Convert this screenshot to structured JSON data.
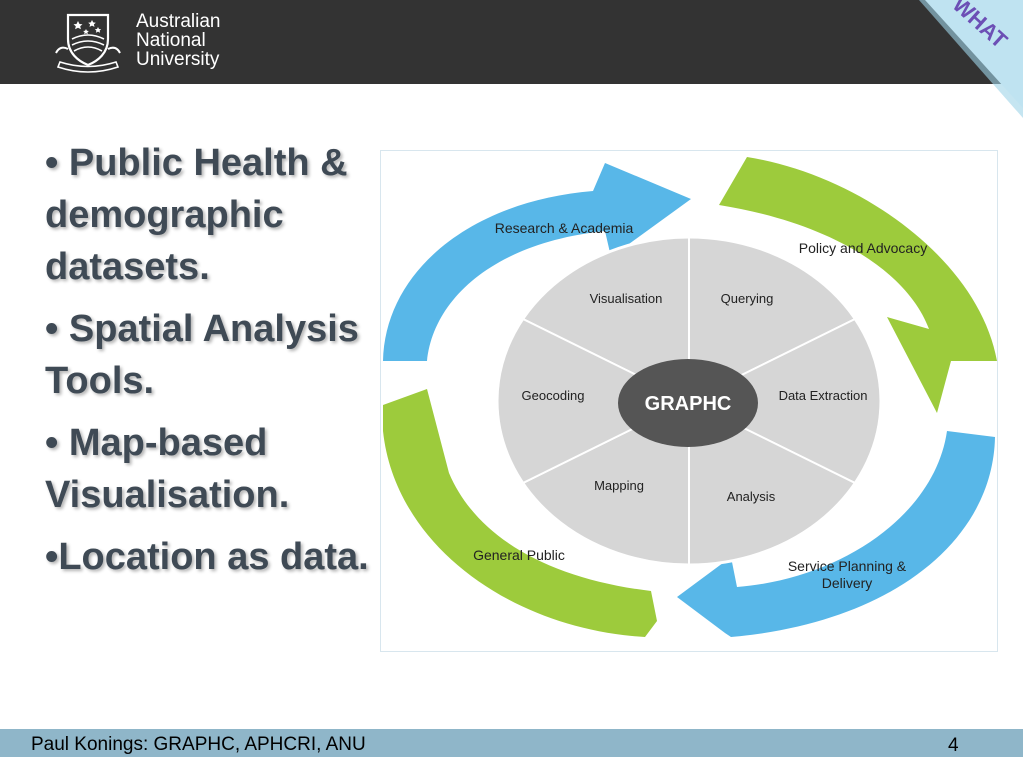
{
  "header": {
    "brand_line1": "Australian",
    "brand_line2": "National",
    "brand_line3": "University",
    "corner_tab": "WHAT",
    "logo_icon": "anu-crest-icon"
  },
  "bullets": [
    {
      "marker": "•",
      "text": " Public Health & demographic datasets."
    },
    {
      "marker": "•",
      "text": " Spatial Analysis Tools."
    },
    {
      "marker": "•",
      "text": " Map-based Visualisation."
    },
    {
      "marker": "•",
      "text": "Location as data."
    }
  ],
  "diagram": {
    "center": "GRAPHC",
    "inner_segments": [
      "Visualisation",
      "Querying",
      "Data Extraction",
      "Analysis",
      "Mapping",
      "Geocoding"
    ],
    "outer": {
      "research": "Research & Academia",
      "policy": "Policy and Advocacy",
      "service_line1": "Service Planning &",
      "service_line2": "Delivery",
      "public": "General Public"
    },
    "colors": {
      "blue": "#58b7e8",
      "green": "#9dcb3c",
      "inner_gray": "#d6d6d6",
      "center_dark": "#555555"
    }
  },
  "footer": {
    "text": "Paul Konings: GRAPHC, APHCRI, ANU",
    "page": "4"
  }
}
